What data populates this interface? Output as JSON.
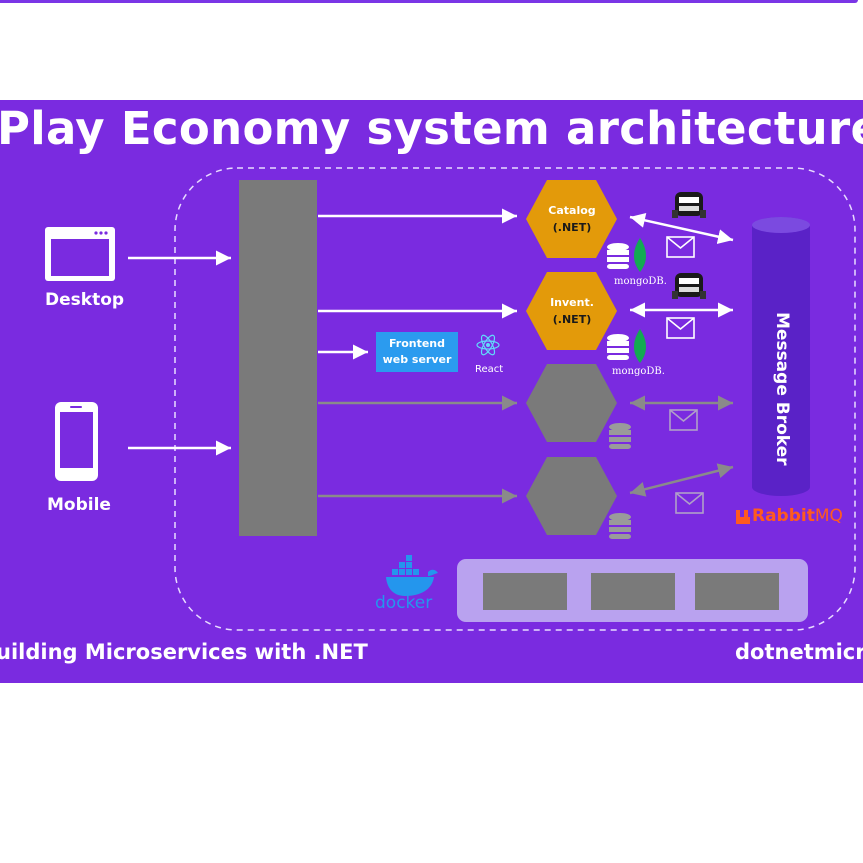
{
  "slide": {
    "title": "Play Economy system architecture",
    "footer_left": "uilding Microservices with .NET",
    "footer_right": "dotnetmicr"
  },
  "clients": {
    "desktop_label": "Desktop",
    "mobile_label": "Mobile"
  },
  "services": {
    "catalog": {
      "name": "Catalog",
      "platform": "(.NET)"
    },
    "inventory": {
      "name": "Invent.",
      "platform": "(.NET)"
    }
  },
  "frontend": {
    "line1": "Frontend",
    "line2": "web server",
    "tech": "React"
  },
  "database_label": "mongoDB.",
  "broker": {
    "label": "Message Broker",
    "product_prefix": "Rabbit",
    "product_suffix": "MQ"
  },
  "docker_label": "docker",
  "colors": {
    "background": "#7a2be0",
    "service_active": "#e39a0a",
    "service_placeholder": "#7a7a7a",
    "frontend": "#2b9bef",
    "broker": "#5a22c7",
    "rabbitmq": "#ff5a1f",
    "docker": "#2496ed"
  }
}
